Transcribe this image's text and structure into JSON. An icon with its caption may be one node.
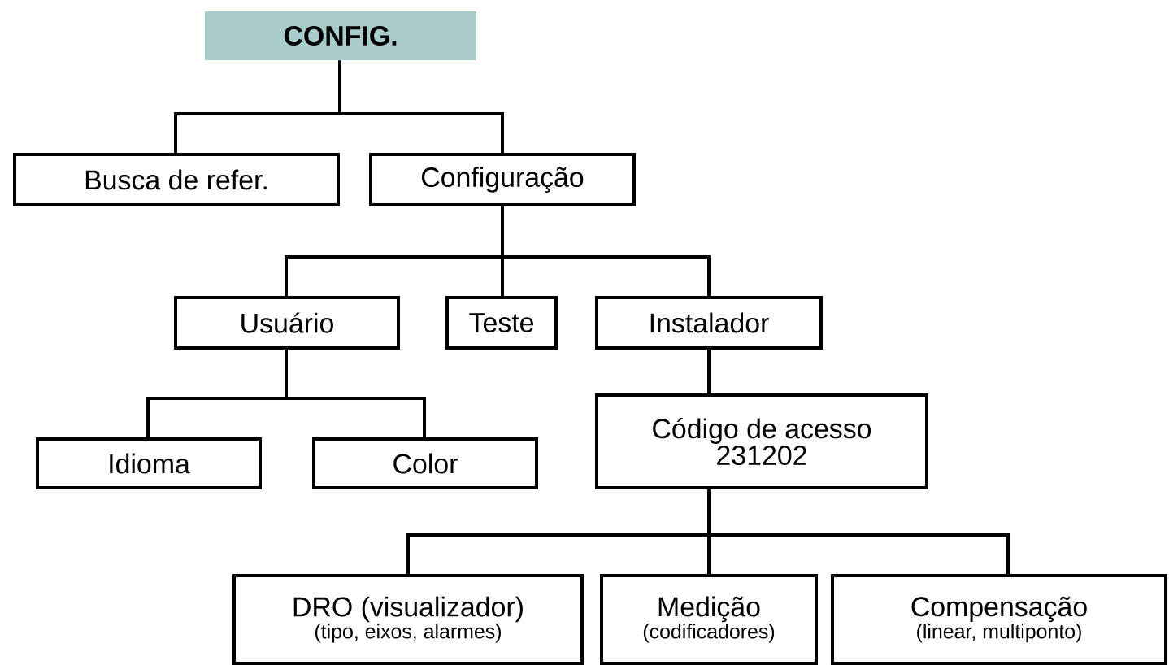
{
  "diagram": {
    "nodes": [
      {
        "text": [
          "CONFIG."
        ]
      },
      {
        "text": [
          "Busca de refer."
        ]
      },
      {
        "text": [
          "Configuração"
        ]
      },
      {
        "text": [
          "Usuário"
        ]
      },
      {
        "text": [
          "Teste"
        ]
      },
      {
        "text": [
          "Instalador"
        ]
      },
      {
        "text": [
          "Idioma"
        ]
      },
      {
        "text": [
          "Color"
        ]
      },
      {
        "text": [
          "Código de acesso",
          "231202"
        ]
      },
      {
        "text": [
          "DRO (visualizador)",
          "(tipo, eixos, alarmes)"
        ]
      },
      {
        "text": [
          "Medição",
          "(codificadores)"
        ]
      },
      {
        "text": [
          "Compensação",
          "(linear, multiponto)"
        ]
      }
    ],
    "edges": [
      {
        "from": 0,
        "to": 1,
        "arrow": "none"
      },
      {
        "from": 0,
        "to": 2,
        "arrow": "none"
      },
      {
        "from": 2,
        "to": 3,
        "arrow": "none"
      },
      {
        "from": 2,
        "to": 4,
        "arrow": "none"
      },
      {
        "from": 2,
        "to": 5,
        "arrow": "none"
      },
      {
        "from": 3,
        "to": 6,
        "arrow": "none"
      },
      {
        "from": 3,
        "to": 7,
        "arrow": "none"
      },
      {
        "from": 5,
        "to": 8,
        "arrow": "none"
      },
      {
        "from": 8,
        "to": 9,
        "arrow": "none"
      },
      {
        "from": 8,
        "to": 10,
        "arrow": "none"
      },
      {
        "from": 8,
        "to": 11,
        "arrow": "none"
      }
    ]
  }
}
